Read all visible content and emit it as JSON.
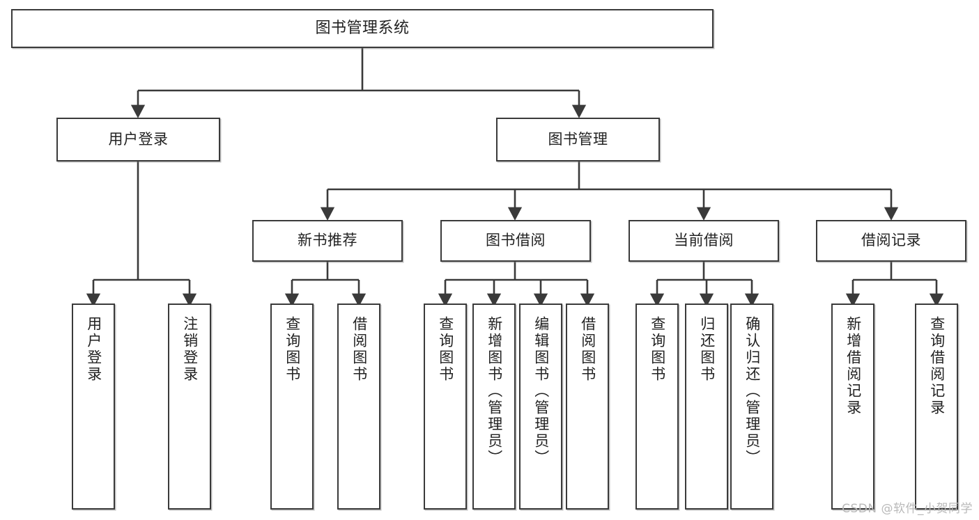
{
  "diagram": {
    "type": "tree",
    "title": "图书管理系统",
    "root": {
      "id": "root",
      "label": "图书管理系统"
    },
    "level2": [
      {
        "id": "user-login",
        "label": "用户登录"
      },
      {
        "id": "book-manage",
        "label": "图书管理"
      }
    ],
    "level3": [
      {
        "id": "new-book-rec",
        "label": "新书推荐",
        "parent": "book-manage"
      },
      {
        "id": "book-borrow",
        "label": "图书借阅",
        "parent": "book-manage"
      },
      {
        "id": "current-borrow",
        "label": "当前借阅",
        "parent": "book-manage"
      },
      {
        "id": "borrow-record",
        "label": "借阅记录",
        "parent": "book-manage"
      }
    ],
    "leaves": [
      {
        "id": "leaf-user-login",
        "label": "用户登录",
        "parent": "user-login"
      },
      {
        "id": "leaf-user-logout",
        "label": "注销登录",
        "parent": "user-login"
      },
      {
        "id": "leaf-rec-query",
        "label": "查询图书",
        "parent": "new-book-rec"
      },
      {
        "id": "leaf-rec-borrow",
        "label": "借阅图书",
        "parent": "new-book-rec"
      },
      {
        "id": "leaf-bb-query",
        "label": "查询图书",
        "parent": "book-borrow"
      },
      {
        "id": "leaf-bb-add",
        "label": "新增图书（管理员）",
        "parent": "book-borrow"
      },
      {
        "id": "leaf-bb-edit",
        "label": "编辑图书（管理员）",
        "parent": "book-borrow"
      },
      {
        "id": "leaf-bb-borrow",
        "label": "借阅图书",
        "parent": "book-borrow"
      },
      {
        "id": "leaf-cb-query",
        "label": "查询图书",
        "parent": "current-borrow"
      },
      {
        "id": "leaf-cb-return",
        "label": "归还图书",
        "parent": "current-borrow"
      },
      {
        "id": "leaf-cb-confirm",
        "label": "确认归还（管理员）",
        "parent": "current-borrow"
      },
      {
        "id": "leaf-br-add",
        "label": "新增借阅记录",
        "parent": "borrow-record"
      },
      {
        "id": "leaf-br-query",
        "label": "查询借阅记录",
        "parent": "borrow-record"
      }
    ],
    "colors": {
      "box_border": "#3a3a3a",
      "box_fill": "#ffffff",
      "connector": "#3a3a3a",
      "text": "#222222",
      "watermark": "#b9b9b9",
      "background": "#ffffff"
    }
  },
  "watermark": {
    "text": "CSDN @软件_小贺同学"
  }
}
